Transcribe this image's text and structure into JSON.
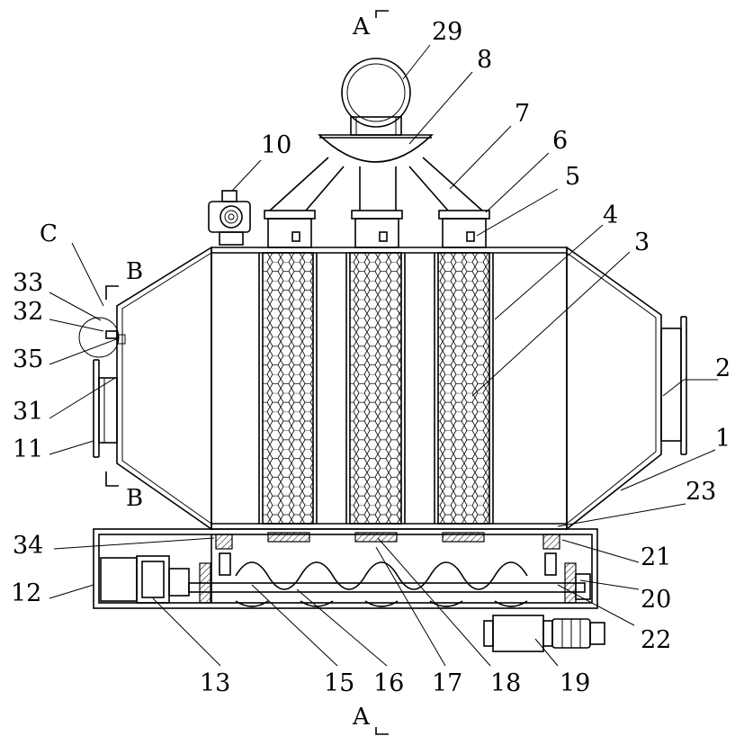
{
  "labels": {
    "l1": "1",
    "l2": "2",
    "l3": "3",
    "l4": "4",
    "l5": "5",
    "l6": "6",
    "l7": "7",
    "l8": "8",
    "l10": "10",
    "l11": "11",
    "l12": "12",
    "l13": "13",
    "l15": "15",
    "l16": "16",
    "l17": "17",
    "l18": "18",
    "l19": "19",
    "l20": "20",
    "l21": "21",
    "l22": "22",
    "l23": "23",
    "l29": "29",
    "l31": "31",
    "l32": "32",
    "l33": "33",
    "l34": "34",
    "l35": "35"
  },
  "sections": {
    "a_top": "A",
    "a_bottom": "A",
    "b_top": "B",
    "b_bottom": "B",
    "c": "C"
  }
}
